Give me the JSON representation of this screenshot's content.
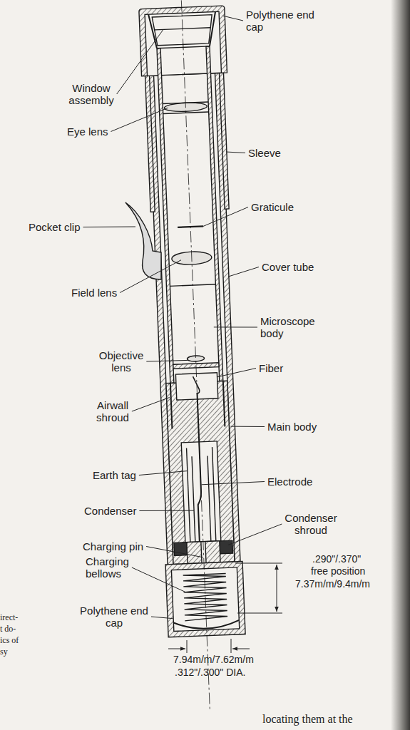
{
  "diagram": {
    "labels": [
      "Polythene end cap",
      "Window assembly",
      "Eye lens",
      "Sleeve",
      "Graticule",
      "Pocket clip",
      "Cover tube",
      "Field lens",
      "Microscope body",
      "Objective lens",
      "Fiber",
      "Airwall shroud",
      "Main body",
      "Earth tag",
      "Electrode",
      "Condenser",
      "Condenser shroud",
      "Charging pin",
      "Charging bellows",
      ".290\"/.370\"",
      "free position",
      "7.37m/m/9.4m/m",
      "Polythene end cap",
      "7.94m/m/7.62m/m",
      ".312\"/.300\" DIA.",
      "irect-",
      "t do-",
      "ics of",
      "sy",
      "locating them at the"
    ]
  }
}
